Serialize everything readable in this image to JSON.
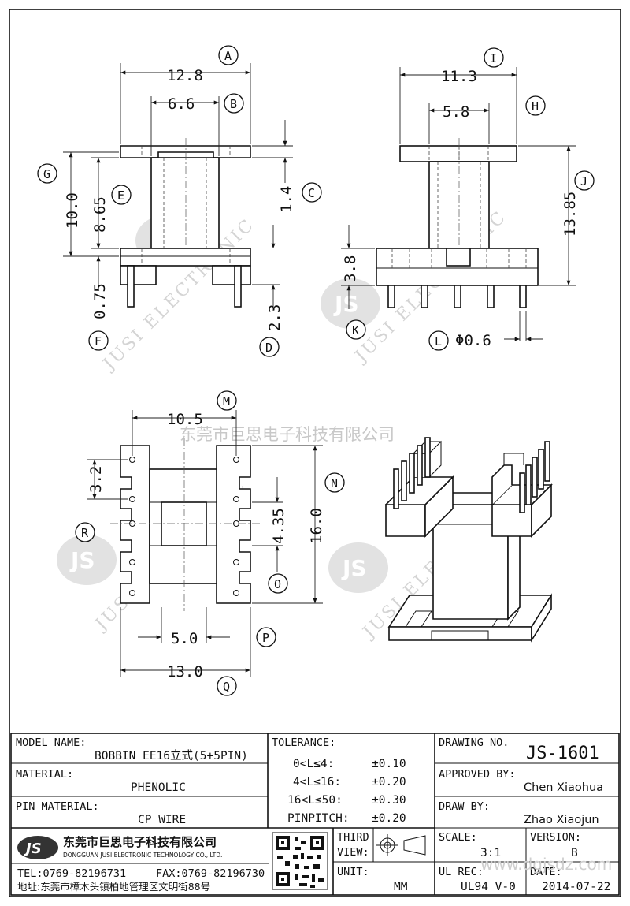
{
  "drawing": {
    "front_view": {
      "A": "12.8",
      "B": "6.6",
      "C": "1.4",
      "D": "2.3",
      "E": "8.65",
      "F": "0.75",
      "G": "10.0"
    },
    "side_view": {
      "I": "11.3",
      "H": "5.8",
      "J": "13.85",
      "K": "3.8",
      "L": "Φ0.6"
    },
    "bottom_view": {
      "M": "10.5",
      "N": "16.0",
      "O": "4.35",
      "P": "5.0",
      "Q": "13.0",
      "R": "3.2"
    },
    "callouts": [
      "A",
      "B",
      "C",
      "D",
      "E",
      "F",
      "G",
      "H",
      "I",
      "J",
      "K",
      "L",
      "M",
      "N",
      "O",
      "P",
      "Q",
      "R"
    ]
  },
  "watermark": {
    "company_cn": "东莞市巨思电子科技有限公司",
    "text": "JUSI ELECTRONIC",
    "logo": "JS"
  },
  "title_block": {
    "model_name_label": "MODEL NAME:",
    "model_name": "BOBBIN EE16立式(5+5PIN)",
    "material_label": "MATERIAL:",
    "material": "PHENOLIC",
    "pin_material_label": "PIN MATERIAL:",
    "pin_material": "CP WIRE",
    "tolerance_label": "TOLERANCE:",
    "tolerances": [
      {
        "range": "0<L≤4:",
        "value": "±0.10"
      },
      {
        "range": "4<L≤16:",
        "value": "±0.20"
      },
      {
        "range": "16<L≤50:",
        "value": "±0.30"
      },
      {
        "range": "PINPITCH:",
        "value": "±0.20"
      }
    ],
    "drawing_no_label": "DRAWING NO.",
    "drawing_no": "JS-1601",
    "approved_by_label": "APPROVED BY:",
    "approved_by": "Chen Xiaohua",
    "draw_by_label": "DRAW BY:",
    "draw_by": "Zhao Xiaojun",
    "company_cn": "东莞市巨思电子科技有限公司",
    "company_en": "DONGGUAN JUSI ELECTRONIC TECHNOLOGY CO., LTD.",
    "logo": "JS",
    "tel": "TEL:0769-82196731",
    "fax": "FAX:0769-82196730",
    "address": "地址:东莞市樟木头镇柏地管理区文明街88号",
    "third_view_label_1": "THIRD",
    "third_view_label_2": "VIEW:",
    "unit_label": "UNIT:",
    "unit": "MM",
    "scale_label": "SCALE:",
    "scale": "3:1",
    "version_label": "VERSION:",
    "version": "B",
    "ul_rec_label": "UL REC:",
    "ul_rec": "UL94 V-0",
    "date_label": "DATE:",
    "date": "2014-07-22",
    "site": "www.dgjsdz.com"
  }
}
